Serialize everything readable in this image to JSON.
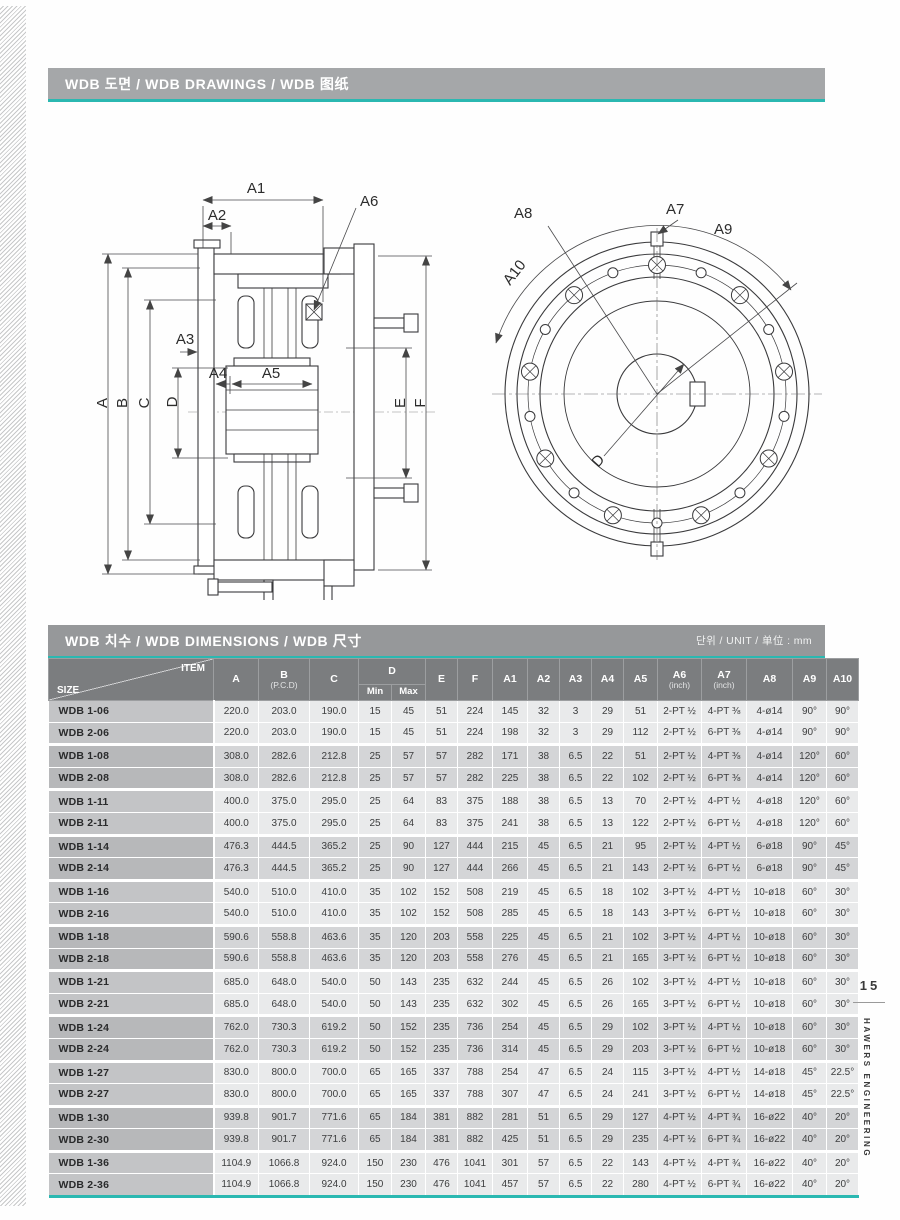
{
  "page": {
    "number": "15",
    "side_text": "HAWERS ENGINEERING"
  },
  "header": {
    "title": "WDB 도면 / WDB DRAWINGS / WDB 图纸"
  },
  "colors": {
    "accent_teal": "#2bb8b1",
    "bar_gray": "#a5a7a9",
    "table_header_gray": "#7b7d7f"
  },
  "drawings": {
    "side_view": {
      "labels": {
        "a": "A",
        "b": "B",
        "c": "C",
        "d": "D",
        "e": "E",
        "f": "F",
        "a1": "A1",
        "a2": "A2",
        "a3": "A3",
        "a4": "A4",
        "a5": "A5",
        "a6": "A6"
      }
    },
    "front_view": {
      "labels": {
        "a7": "A7",
        "a8": "A8",
        "a9": "A9",
        "a10": "A10",
        "d": "D"
      }
    }
  },
  "table": {
    "title": "WDB 치수 / WDB DIMENSIONS / WDB 尺寸",
    "unit_label": "단위 / UNIT / 单位 : mm",
    "corner": {
      "item": "ITEM",
      "size": "SIZE"
    },
    "columns": {
      "a": "A",
      "b": "B",
      "b_sub": "(P.C.D)",
      "c": "C",
      "d": "D",
      "d_min": "Min",
      "d_max": "Max",
      "e": "E",
      "f": "F",
      "a1": "A1",
      "a2": "A2",
      "a3": "A3",
      "a4": "A4",
      "a5": "A5",
      "a6": "A6",
      "a6_sub": "(inch)",
      "a7": "A7",
      "a7_sub": "(inch)",
      "a8": "A8",
      "a9": "A9",
      "a10": "A10"
    },
    "rows": [
      {
        "size": "WDB 1-06",
        "values": [
          "220.0",
          "203.0",
          "190.0",
          "15",
          "45",
          "51",
          "224",
          "145",
          "32",
          "3",
          "29",
          "51",
          "2-PT ½",
          "4-PT ⅜",
          "4-ø14",
          "90°",
          "90°"
        ]
      },
      {
        "size": "WDB 2-06",
        "values": [
          "220.0",
          "203.0",
          "190.0",
          "15",
          "45",
          "51",
          "224",
          "198",
          "32",
          "3",
          "29",
          "112",
          "2-PT ½",
          "6-PT ⅜",
          "4-ø14",
          "90°",
          "90°"
        ]
      },
      {
        "size": "WDB 1-08",
        "values": [
          "308.0",
          "282.6",
          "212.8",
          "25",
          "57",
          "57",
          "282",
          "171",
          "38",
          "6.5",
          "22",
          "51",
          "2-PT ½",
          "4-PT ⅜",
          "4-ø14",
          "120°",
          "60°"
        ]
      },
      {
        "size": "WDB 2-08",
        "values": [
          "308.0",
          "282.6",
          "212.8",
          "25",
          "57",
          "57",
          "282",
          "225",
          "38",
          "6.5",
          "22",
          "102",
          "2-PT ½",
          "6-PT ⅜",
          "4-ø14",
          "120°",
          "60°"
        ]
      },
      {
        "size": "WDB 1-11",
        "values": [
          "400.0",
          "375.0",
          "295.0",
          "25",
          "64",
          "83",
          "375",
          "188",
          "38",
          "6.5",
          "13",
          "70",
          "2-PT ½",
          "4-PT ½",
          "4-ø18",
          "120°",
          "60°"
        ]
      },
      {
        "size": "WDB 2-11",
        "values": [
          "400.0",
          "375.0",
          "295.0",
          "25",
          "64",
          "83",
          "375",
          "241",
          "38",
          "6.5",
          "13",
          "122",
          "2-PT ½",
          "6-PT ½",
          "4-ø18",
          "120°",
          "60°"
        ]
      },
      {
        "size": "WDB 1-14",
        "values": [
          "476.3",
          "444.5",
          "365.2",
          "25",
          "90",
          "127",
          "444",
          "215",
          "45",
          "6.5",
          "21",
          "95",
          "2-PT ½",
          "4-PT ½",
          "6-ø18",
          "90°",
          "45°"
        ]
      },
      {
        "size": "WDB 2-14",
        "values": [
          "476.3",
          "444.5",
          "365.2",
          "25",
          "90",
          "127",
          "444",
          "266",
          "45",
          "6.5",
          "21",
          "143",
          "2-PT ½",
          "6-PT ½",
          "6-ø18",
          "90°",
          "45°"
        ]
      },
      {
        "size": "WDB 1-16",
        "values": [
          "540.0",
          "510.0",
          "410.0",
          "35",
          "102",
          "152",
          "508",
          "219",
          "45",
          "6.5",
          "18",
          "102",
          "3-PT ½",
          "4-PT ½",
          "10-ø18",
          "60°",
          "30°"
        ]
      },
      {
        "size": "WDB 2-16",
        "values": [
          "540.0",
          "510.0",
          "410.0",
          "35",
          "102",
          "152",
          "508",
          "285",
          "45",
          "6.5",
          "18",
          "143",
          "3-PT ½",
          "6-PT ½",
          "10-ø18",
          "60°",
          "30°"
        ]
      },
      {
        "size": "WDB 1-18",
        "values": [
          "590.6",
          "558.8",
          "463.6",
          "35",
          "120",
          "203",
          "558",
          "225",
          "45",
          "6.5",
          "21",
          "102",
          "3-PT ½",
          "4-PT ½",
          "10-ø18",
          "60°",
          "30°"
        ]
      },
      {
        "size": "WDB 2-18",
        "values": [
          "590.6",
          "558.8",
          "463.6",
          "35",
          "120",
          "203",
          "558",
          "276",
          "45",
          "6.5",
          "21",
          "165",
          "3-PT ½",
          "6-PT ½",
          "10-ø18",
          "60°",
          "30°"
        ]
      },
      {
        "size": "WDB 1-21",
        "values": [
          "685.0",
          "648.0",
          "540.0",
          "50",
          "143",
          "235",
          "632",
          "244",
          "45",
          "6.5",
          "26",
          "102",
          "3-PT ½",
          "4-PT ½",
          "10-ø18",
          "60°",
          "30°"
        ]
      },
      {
        "size": "WDB 2-21",
        "values": [
          "685.0",
          "648.0",
          "540.0",
          "50",
          "143",
          "235",
          "632",
          "302",
          "45",
          "6.5",
          "26",
          "165",
          "3-PT ½",
          "6-PT ½",
          "10-ø18",
          "60°",
          "30°"
        ]
      },
      {
        "size": "WDB 1-24",
        "values": [
          "762.0",
          "730.3",
          "619.2",
          "50",
          "152",
          "235",
          "736",
          "254",
          "45",
          "6.5",
          "29",
          "102",
          "3-PT ½",
          "4-PT ½",
          "10-ø18",
          "60°",
          "30°"
        ]
      },
      {
        "size": "WDB 2-24",
        "values": [
          "762.0",
          "730.3",
          "619.2",
          "50",
          "152",
          "235",
          "736",
          "314",
          "45",
          "6.5",
          "29",
          "203",
          "3-PT ½",
          "6-PT ½",
          "10-ø18",
          "60°",
          "30°"
        ]
      },
      {
        "size": "WDB 1-27",
        "values": [
          "830.0",
          "800.0",
          "700.0",
          "65",
          "165",
          "337",
          "788",
          "254",
          "47",
          "6.5",
          "24",
          "115",
          "3-PT ½",
          "4-PT ½",
          "14-ø18",
          "45°",
          "22.5°"
        ]
      },
      {
        "size": "WDB 2-27",
        "values": [
          "830.0",
          "800.0",
          "700.0",
          "65",
          "165",
          "337",
          "788",
          "307",
          "47",
          "6.5",
          "24",
          "241",
          "3-PT ½",
          "6-PT ½",
          "14-ø18",
          "45°",
          "22.5°"
        ]
      },
      {
        "size": "WDB 1-30",
        "values": [
          "939.8",
          "901.7",
          "771.6",
          "65",
          "184",
          "381",
          "882",
          "281",
          "51",
          "6.5",
          "29",
          "127",
          "4-PT ½",
          "4-PT ¾",
          "16-ø22",
          "40°",
          "20°"
        ]
      },
      {
        "size": "WDB 2-30",
        "values": [
          "939.8",
          "901.7",
          "771.6",
          "65",
          "184",
          "381",
          "882",
          "425",
          "51",
          "6.5",
          "29",
          "235",
          "4-PT ½",
          "6-PT ¾",
          "16-ø22",
          "40°",
          "20°"
        ]
      },
      {
        "size": "WDB 1-36",
        "values": [
          "1104.9",
          "1066.8",
          "924.0",
          "150",
          "230",
          "476",
          "1041",
          "301",
          "57",
          "6.5",
          "22",
          "143",
          "4-PT ½",
          "4-PT ¾",
          "16-ø22",
          "40°",
          "20°"
        ]
      },
      {
        "size": "WDB 2-36",
        "values": [
          "1104.9",
          "1066.8",
          "924.0",
          "150",
          "230",
          "476",
          "1041",
          "457",
          "57",
          "6.5",
          "22",
          "280",
          "4-PT ½",
          "6-PT ¾",
          "16-ø22",
          "40°",
          "20°"
        ]
      }
    ]
  }
}
